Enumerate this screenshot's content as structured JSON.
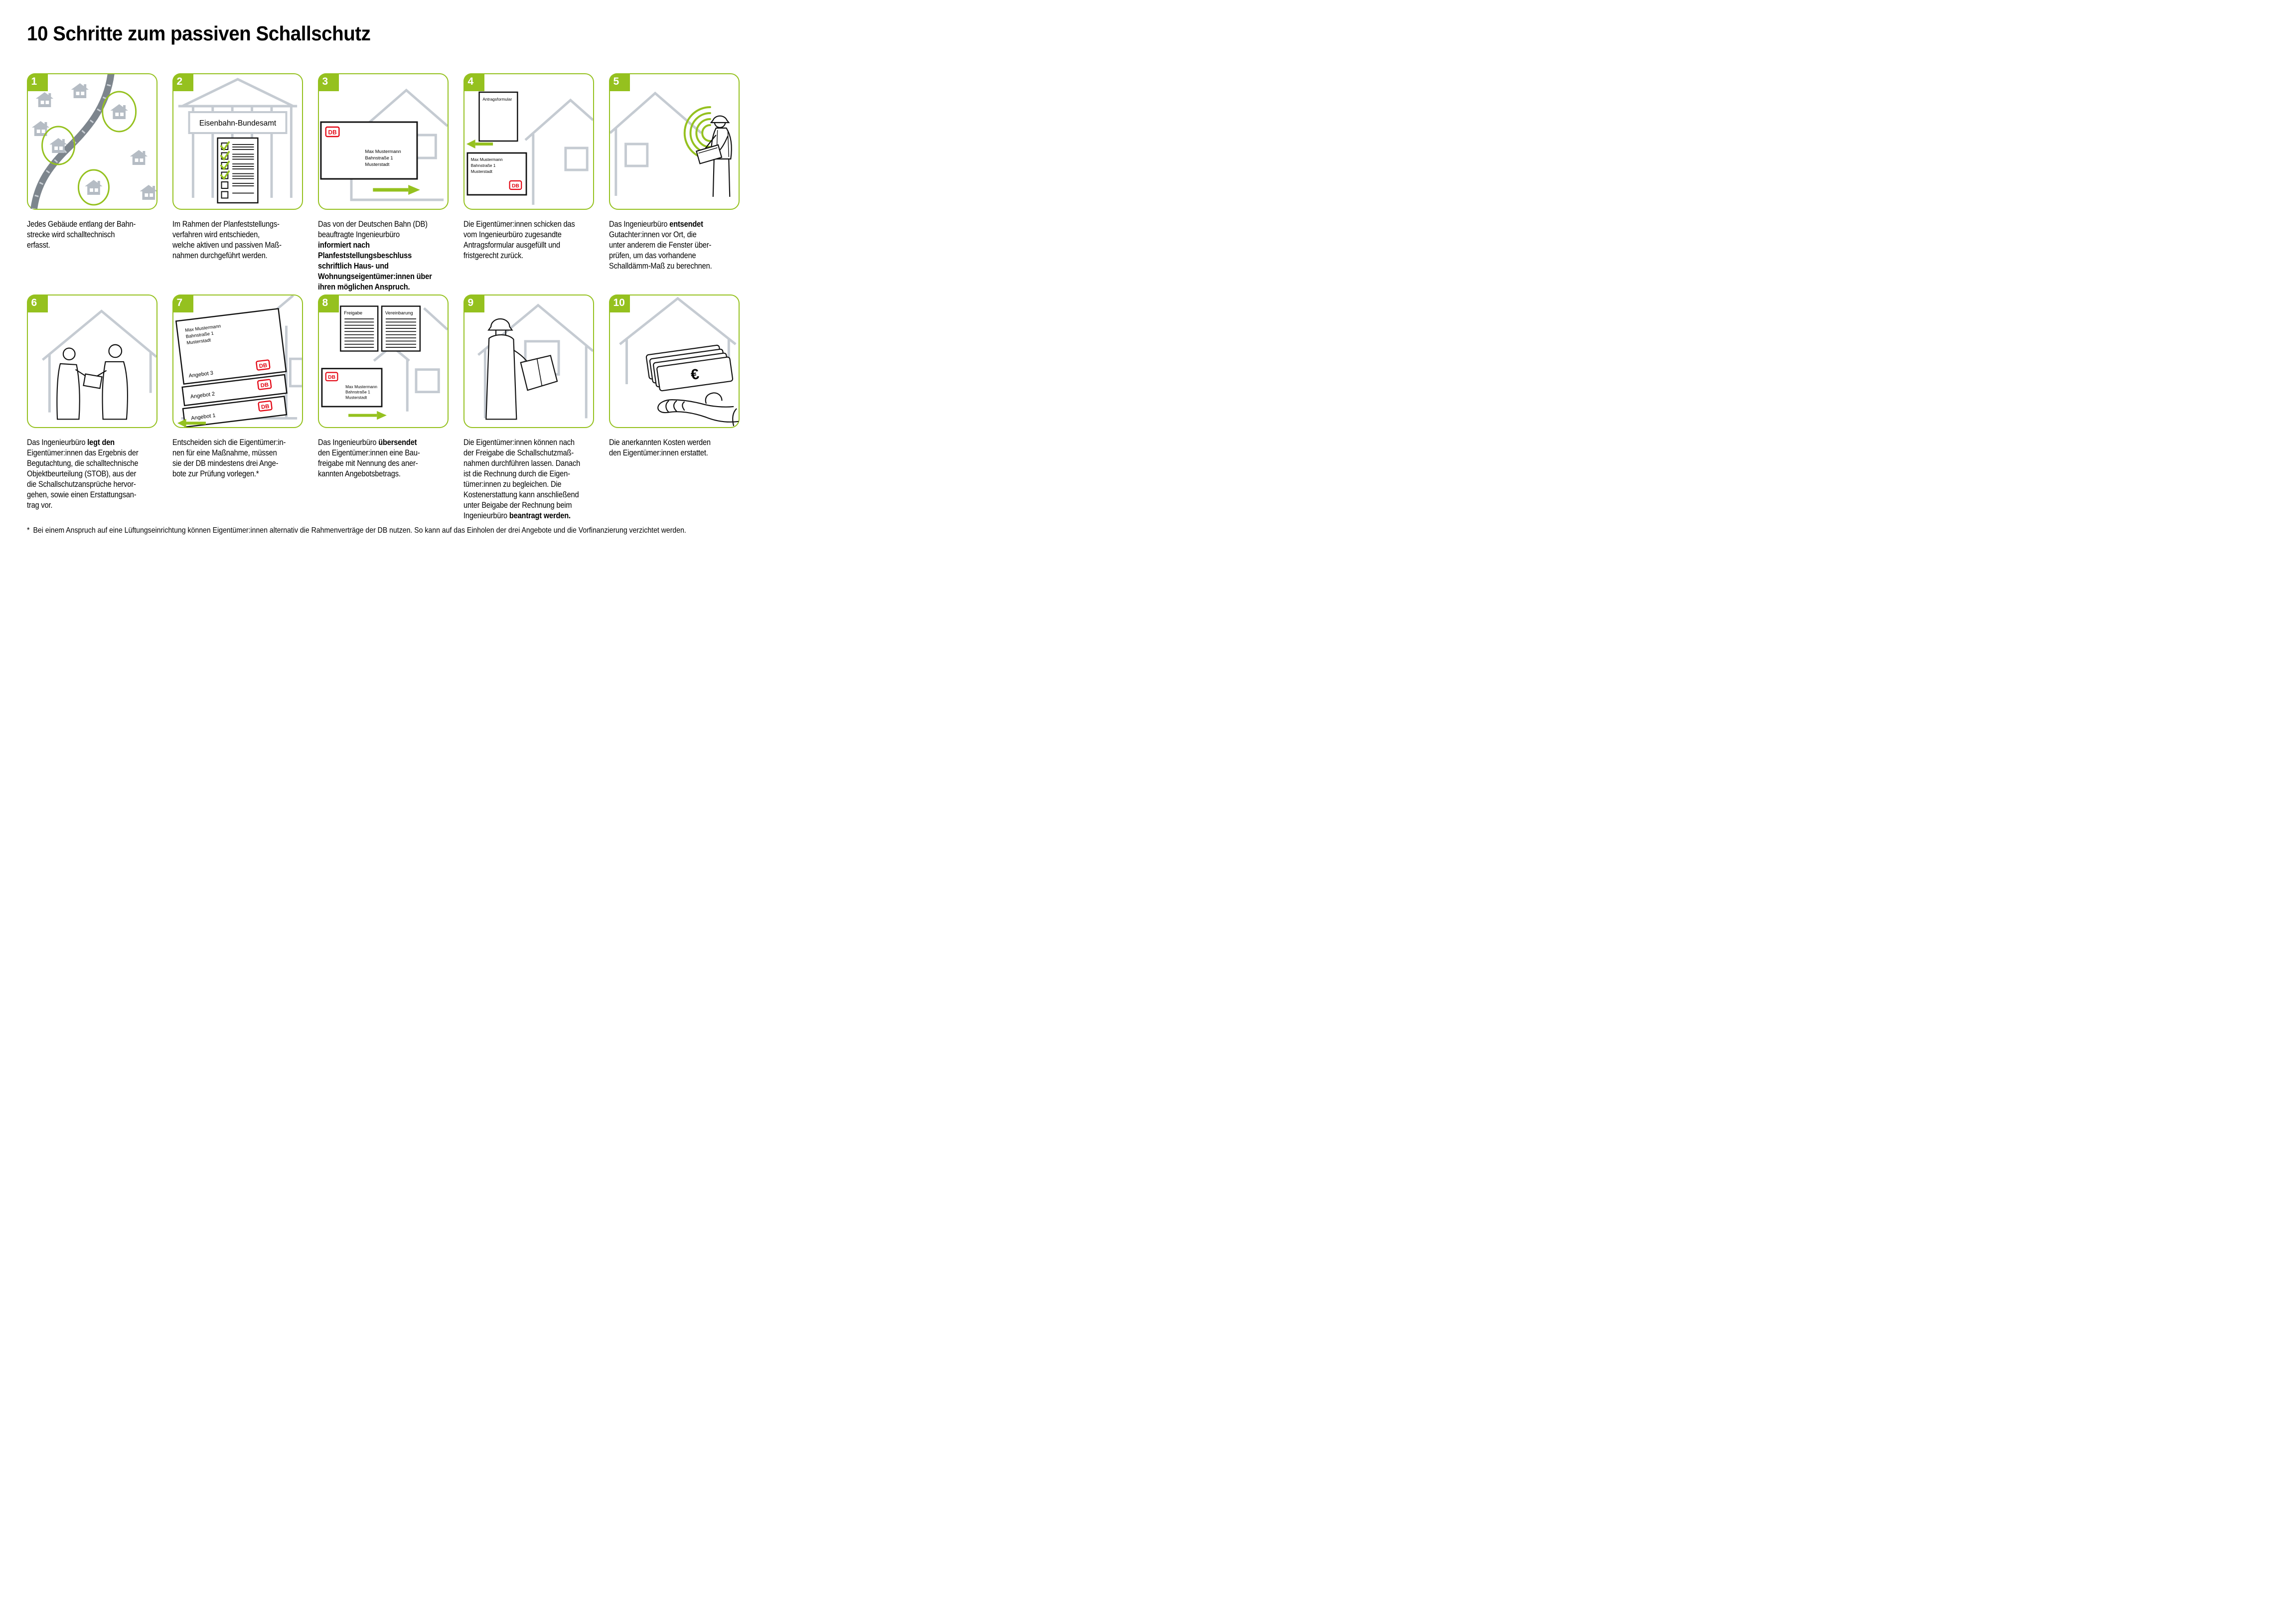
{
  "title": "10 Schritte zum passiven Schallschutz",
  "db_logo": "DB",
  "address": [
    "Max Mustermann",
    "Bahnstraße 1",
    "Musterstadt"
  ],
  "colors": {
    "accent_green": "#95c11f",
    "db_red": "#e30613",
    "outline_gray": "#c5cbd2",
    "house_gray": "#b5bcc4",
    "rail_gray": "#7d858d",
    "text_black": "#000000"
  },
  "footnote": {
    "mark": "*",
    "text": "Bei einem Anspruch auf eine Lüftungseinrichtung können Eigentümer:innen alternativ die Rahmenverträge der DB nutzen. So kann auf das Einholen der drei Angebote und die Vorfinanzierung verzichtet werden."
  },
  "steps": [
    {
      "number": "1",
      "caption": [
        {
          "text": "Jedes Gebäude entlang der Bahn-\nstrecke wird schalltechnisch\nerfasst.",
          "bold": false
        }
      ]
    },
    {
      "number": "2",
      "labels": {
        "sign": "Eisenbahn-Bundesamt"
      },
      "caption": [
        {
          "text": "Im Rahmen der Planfeststellungs-\nverfahren wird entschieden,\nwelche aktiven und passiven Maß-\nnahmen durchgeführt werden.",
          "bold": false
        }
      ]
    },
    {
      "number": "3",
      "caption": [
        {
          "text": "Das von der Deutschen Bahn (DB)\nbeauftragte Ingenieurbüro\n",
          "bold": false
        },
        {
          "text": "informiert nach\nPlanfeststellungsbeschluss\nschriftlich Haus- und\nWohnungseigentümer:innen über\nihren möglichen Anspruch.",
          "bold": true
        }
      ]
    },
    {
      "number": "4",
      "labels": {
        "form": "Antragsformular"
      },
      "caption": [
        {
          "text": "Die Eigentümer:innen schicken das\nvom Ingenieurbüro zugesandte\nAntragsformular ausgefüllt und\nfristgerecht zurück.",
          "bold": false
        }
      ]
    },
    {
      "number": "5",
      "caption": [
        {
          "text": "Das Ingenieurbüro ",
          "bold": false
        },
        {
          "text": "entsendet",
          "bold": true
        },
        {
          "text": "\nGutachter:innen vor Ort, die\nunter anderem die Fenster über-\nprüfen, um das vorhandene\nSchalldämm-Maß zu berechnen.",
          "bold": false
        }
      ]
    },
    {
      "number": "6",
      "caption": [
        {
          "text": "Das Ingenieurbüro ",
          "bold": false
        },
        {
          "text": "legt den",
          "bold": true
        },
        {
          "text": "\nEigentümer:innen das Ergebnis der\nBegutachtung, die schalltechnische\nObjektbeurteilung (STOB), aus der\ndie Schallschutzansprüche hervor-\ngehen, sowie einen Erstattungsan-\ntrag vor.",
          "bold": false
        }
      ]
    },
    {
      "number": "7",
      "labels": {
        "offers": [
          "Angebot 1",
          "Angebot 2",
          "Angebot 3"
        ]
      },
      "caption": [
        {
          "text": "Entscheiden sich die Eigentümer:in-\nnen für eine Maßnahme, müssen\nsie der DB mindestens drei Ange-\nbote zur Prüfung vorlegen.*",
          "bold": false
        }
      ]
    },
    {
      "number": "8",
      "labels": {
        "doc1": "Freigabe",
        "doc2": "Vereinbarung"
      },
      "caption": [
        {
          "text": "Das Ingenieurbüro ",
          "bold": false
        },
        {
          "text": "übersendet",
          "bold": true
        },
        {
          "text": "\nden Eigentümer:innen eine Bau-\nfreigabe mit Nennung des aner-\nkannten Angebotsbetrags.",
          "bold": false
        }
      ]
    },
    {
      "number": "9",
      "caption": [
        {
          "text": "Die Eigentümer:innen können nach\nder Freigabe die Schallschutzmaß-\nnahmen durchführen lassen. Danach\nist die Rechnung durch die Eigen-\ntümer:innen zu begleichen. Die\nKostenerstattung kann anschließend\nunter Beigabe der Rechnung beim\nIngenieurbüro ",
          "bold": false
        },
        {
          "text": "beantragt werden.",
          "bold": true
        }
      ]
    },
    {
      "number": "10",
      "labels": {
        "euro": "€"
      },
      "caption": [
        {
          "text": "Die anerkannten Kosten werden\nden Eigentümer:innen erstattet.",
          "bold": false
        }
      ]
    }
  ]
}
